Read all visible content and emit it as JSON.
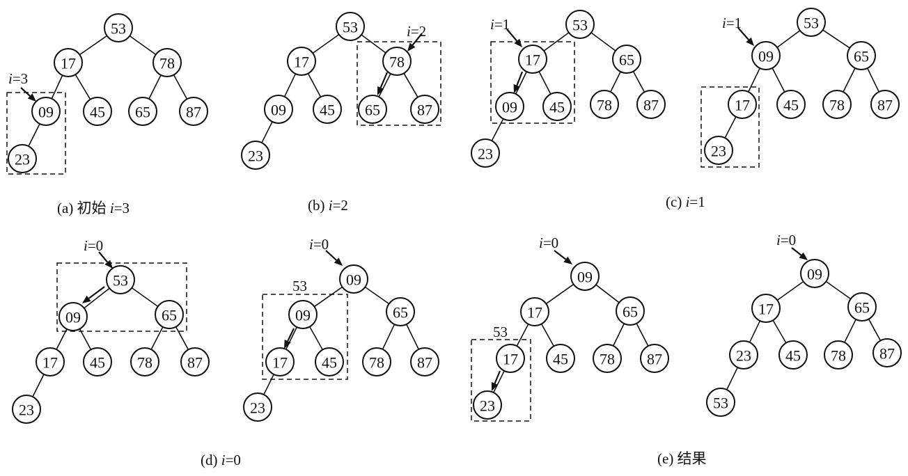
{
  "diagrams": [
    {
      "id": "a",
      "nodes": [
        {
          "label": "53"
        },
        {
          "label": "17"
        },
        {
          "label": "78"
        },
        {
          "label": "09"
        },
        {
          "label": "45"
        },
        {
          "label": "65"
        },
        {
          "label": "87"
        },
        {
          "label": "23"
        }
      ],
      "edges": [
        [
          0,
          1
        ],
        [
          0,
          2
        ],
        [
          1,
          3
        ],
        [
          1,
          4
        ],
        [
          2,
          5
        ],
        [
          2,
          6
        ],
        [
          3,
          7
        ]
      ],
      "pointer": {
        "var": "i",
        "value": "=3"
      },
      "caption": {
        "prefix": "(a) 初始 ",
        "var": "i",
        "value": "=3"
      }
    },
    {
      "id": "b",
      "nodes": [
        {
          "label": "53"
        },
        {
          "label": "17"
        },
        {
          "label": "78"
        },
        {
          "label": "09"
        },
        {
          "label": "45"
        },
        {
          "label": "65"
        },
        {
          "label": "87"
        },
        {
          "label": "23"
        }
      ],
      "edges": [
        [
          0,
          1
        ],
        [
          0,
          2
        ],
        [
          1,
          3
        ],
        [
          1,
          4
        ],
        [
          2,
          5
        ],
        [
          2,
          6
        ],
        [
          3,
          7
        ]
      ],
      "pointer": {
        "var": "i",
        "value": "=2"
      },
      "caption": {
        "prefix": "(b) ",
        "var": "i",
        "value": "=2"
      }
    },
    {
      "id": "c1",
      "nodes": [
        {
          "label": "53"
        },
        {
          "label": "17"
        },
        {
          "label": "65"
        },
        {
          "label": "09"
        },
        {
          "label": "45"
        },
        {
          "label": "78"
        },
        {
          "label": "87"
        },
        {
          "label": "23"
        }
      ],
      "edges": [
        [
          0,
          1
        ],
        [
          0,
          2
        ],
        [
          1,
          3
        ],
        [
          1,
          4
        ],
        [
          2,
          5
        ],
        [
          2,
          6
        ],
        [
          3,
          7
        ]
      ],
      "pointer": {
        "var": "i",
        "value": "=1"
      }
    },
    {
      "id": "c2",
      "nodes": [
        {
          "label": "53"
        },
        {
          "label": "09"
        },
        {
          "label": "65"
        },
        {
          "label": "17"
        },
        {
          "label": "45"
        },
        {
          "label": "78"
        },
        {
          "label": "87"
        },
        {
          "label": "23"
        }
      ],
      "edges": [
        [
          0,
          1
        ],
        [
          0,
          2
        ],
        [
          1,
          3
        ],
        [
          1,
          4
        ],
        [
          2,
          5
        ],
        [
          2,
          6
        ],
        [
          3,
          7
        ]
      ],
      "pointer": {
        "var": "i",
        "value": "=1"
      },
      "caption": {
        "prefix": "(c) ",
        "var": "i",
        "value": "=1"
      }
    },
    {
      "id": "d1",
      "nodes": [
        {
          "label": "53"
        },
        {
          "label": "09"
        },
        {
          "label": "65"
        },
        {
          "label": "17"
        },
        {
          "label": "45"
        },
        {
          "label": "78"
        },
        {
          "label": "87"
        },
        {
          "label": "23"
        }
      ],
      "edges": [
        [
          0,
          1
        ],
        [
          0,
          2
        ],
        [
          1,
          3
        ],
        [
          1,
          4
        ],
        [
          2,
          5
        ],
        [
          2,
          6
        ],
        [
          3,
          7
        ]
      ],
      "pointer": {
        "var": "i",
        "value": "=0"
      }
    },
    {
      "id": "d2",
      "nodes": [
        {
          "label": "09"
        },
        {
          "label": "09"
        },
        {
          "label": "65"
        },
        {
          "label": "17"
        },
        {
          "label": "45"
        },
        {
          "label": "78"
        },
        {
          "label": "87"
        },
        {
          "label": "23"
        }
      ],
      "edges": [
        [
          0,
          1
        ],
        [
          0,
          2
        ],
        [
          1,
          3
        ],
        [
          1,
          4
        ],
        [
          2,
          5
        ],
        [
          2,
          6
        ],
        [
          3,
          7
        ]
      ],
      "pointer": {
        "var": "i",
        "value": "=0"
      },
      "side_label": "53",
      "caption": {
        "prefix": "(d) ",
        "var": "i",
        "value": "=0"
      }
    },
    {
      "id": "e1",
      "nodes": [
        {
          "label": "09"
        },
        {
          "label": "17"
        },
        {
          "label": "65"
        },
        {
          "label": "17"
        },
        {
          "label": "45"
        },
        {
          "label": "78"
        },
        {
          "label": "87"
        },
        {
          "label": "23"
        }
      ],
      "edges": [
        [
          0,
          1
        ],
        [
          0,
          2
        ],
        [
          1,
          3
        ],
        [
          1,
          4
        ],
        [
          2,
          5
        ],
        [
          2,
          6
        ],
        [
          3,
          7
        ]
      ],
      "pointer": {
        "var": "i",
        "value": "=0"
      },
      "side_label": "53"
    },
    {
      "id": "e2",
      "nodes": [
        {
          "label": "09"
        },
        {
          "label": "17"
        },
        {
          "label": "65"
        },
        {
          "label": "23"
        },
        {
          "label": "45"
        },
        {
          "label": "78"
        },
        {
          "label": "87"
        },
        {
          "label": "53"
        }
      ],
      "edges": [
        [
          0,
          1
        ],
        [
          0,
          2
        ],
        [
          1,
          3
        ],
        [
          1,
          4
        ],
        [
          2,
          5
        ],
        [
          2,
          6
        ],
        [
          3,
          7
        ]
      ],
      "pointer": {
        "var": "i",
        "value": "=0"
      },
      "caption": {
        "prefix": "(e) 结果",
        "var": "",
        "value": ""
      }
    }
  ]
}
